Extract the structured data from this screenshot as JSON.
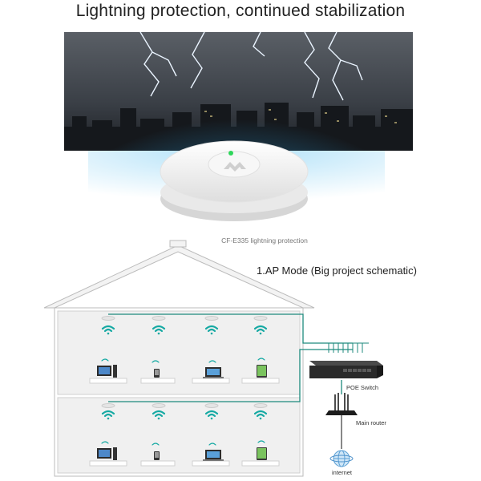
{
  "title": "Lightning protection, continued stabilization",
  "caption": "CF-E335 lightning protection",
  "mode_label": "1.AP Mode (Big project schematic)",
  "labels": {
    "poe_switch": "POE Switch",
    "main_router": "Main router",
    "internet": "internet"
  },
  "icons": {
    "wifi": "wifi-signal-icon",
    "access_point": "ceiling-access-point-icon",
    "devices": [
      "desktop-computer-icon",
      "mobile-phone-icon",
      "laptop-icon",
      "tablet-icon"
    ]
  },
  "colors": {
    "wifi": "#15a9a3",
    "cable": "#1d8a7d",
    "house_line": "#bbbbbb",
    "glow": "#3fb2e8",
    "led": "#2ed65a"
  }
}
